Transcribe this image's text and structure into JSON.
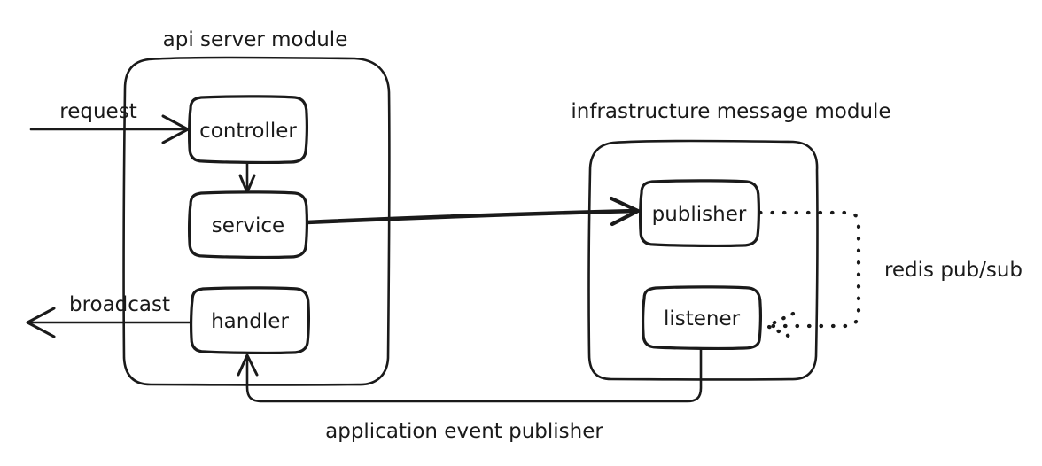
{
  "diagram": {
    "title": "",
    "background_color": "#ffffff",
    "stroke_color": "#1a1a1a",
    "groups": [
      {
        "id": "api-server-module",
        "label": "api server module"
      },
      {
        "id": "infrastructure-message-module",
        "label": "infrastructure message module"
      }
    ],
    "nodes": [
      {
        "id": "controller",
        "label": "controller",
        "group": "api-server-module"
      },
      {
        "id": "service",
        "label": "service",
        "group": "api-server-module"
      },
      {
        "id": "handler",
        "label": "handler",
        "group": "api-server-module"
      },
      {
        "id": "publisher",
        "label": "publisher",
        "group": "infrastructure-message-module"
      },
      {
        "id": "listener",
        "label": "listener",
        "group": "infrastructure-message-module"
      }
    ],
    "edges": [
      {
        "id": "request",
        "label": "request",
        "from": "external",
        "to": "controller",
        "style": "solid",
        "arrow": "to"
      },
      {
        "id": "controller-to-service",
        "label": "",
        "from": "controller",
        "to": "service",
        "style": "solid",
        "arrow": "to"
      },
      {
        "id": "service-to-publisher",
        "label": "",
        "from": "service",
        "to": "publisher",
        "style": "thick",
        "arrow": "to"
      },
      {
        "id": "redis-pub-sub",
        "label": "redis pub/sub",
        "from": "publisher",
        "to": "listener",
        "style": "dotted",
        "arrow": "to"
      },
      {
        "id": "application-event-publisher",
        "label": "application event publisher",
        "from": "listener",
        "to": "handler",
        "style": "solid",
        "arrow": "to"
      },
      {
        "id": "broadcast",
        "label": "broadcast",
        "from": "handler",
        "to": "external",
        "style": "solid",
        "arrow": "to"
      }
    ]
  }
}
